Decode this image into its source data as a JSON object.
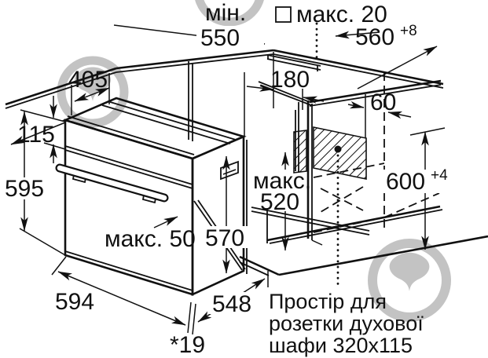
{
  "diagram": {
    "title": "Built-in oven installation dimensions diagram",
    "labels": {
      "min": "мін.",
      "v550": "550",
      "max20": "макс. 20",
      "v560": "560",
      "sup8": "+8",
      "v405": "405",
      "v115": "115",
      "v595": "595",
      "v180": "180",
      "v60": "60",
      "maks": "макс.",
      "v520": "520",
      "v570": "570",
      "v600": "600",
      "sup4": "+4",
      "max50": "макс. 50",
      "v594": "594",
      "v548": "548",
      "star19": "*19",
      "note1": "Простір для",
      "note2": "розетки духової",
      "note3": "шафи 320x115"
    },
    "colors": {
      "line": "#111111",
      "background": "#ffffff",
      "watermark": "#c3c3c3"
    }
  }
}
